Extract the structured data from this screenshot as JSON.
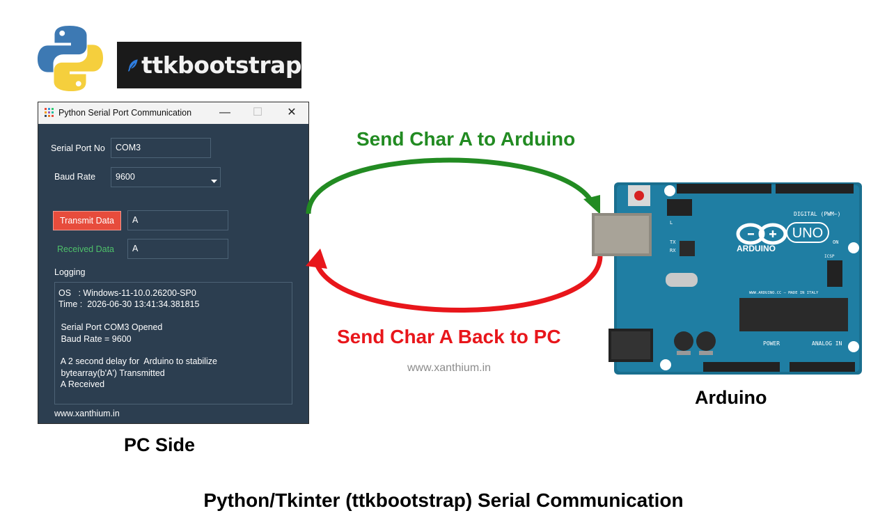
{
  "logos": {
    "ttkbootstrap_text": "ttkbootstrap"
  },
  "window": {
    "title": "Python Serial Port Communication",
    "minimize_glyph": "—",
    "maximize_glyph": "☐",
    "close_glyph": "✕",
    "serial_port_label": "Serial Port No",
    "serial_port_value": "COM3",
    "baud_rate_label": "Baud Rate",
    "baud_rate_value": "9600",
    "transmit_button_label": "Transmit Data",
    "transmit_value": "A",
    "received_label": "Received Data",
    "received_value": "A",
    "logging_label": "Logging",
    "log_lines": [
      "OS   : Windows-11-10.0.26200-SP0",
      "Time :  2026-06-30 13:41:34.381815",
      "",
      " Serial Port COM3 Opened",
      " Baud Rate = 9600",
      "",
      " A 2 second delay for  Arduino to stabilize",
      " bytearray(b'A') Transmitted",
      " A Received"
    ],
    "footer_link": "www.xanthium.in"
  },
  "diagram": {
    "send_to_arduino": "Send Char A to Arduino",
    "send_back_to_pc": "Send Char A Back to PC",
    "website": "www.xanthium.in",
    "pc_side_label": "PC Side",
    "arduino_label": "Arduino",
    "footer_title": "Python/Tkinter (ttkbootstrap) Serial Communication",
    "green_arrow_color": "#228b22",
    "red_arrow_color": "#e8161b"
  },
  "arduino_board": {
    "brand": "ARDUINO",
    "model": "UNO",
    "digital_label": "DIGITAL (PWM~)",
    "power_label": "POWER",
    "analog_label": "ANALOG IN",
    "on_label": "ON",
    "tx_label": "TX",
    "rx_label": "RX",
    "l_label": "L",
    "icsp_label": "ICSP",
    "url_text": "WWW.ARDUINO.CC – MADE IN ITALY"
  }
}
